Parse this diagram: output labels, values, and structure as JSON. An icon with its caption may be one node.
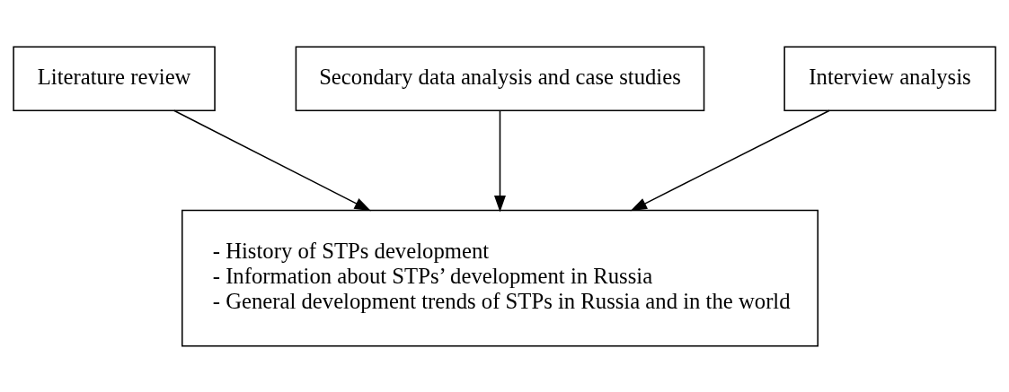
{
  "diagram": {
    "nodes": [
      {
        "text": [
          "Literature review"
        ]
      },
      {
        "text": [
          "Secondary data analysis and case studies"
        ]
      },
      {
        "text": [
          "Interview analysis"
        ]
      },
      {
        "text": [
          "- History of STPs development",
          "- Information about STPs’ development in Russia",
          "- General development trends of STPs in Russia and in the world"
        ]
      }
    ],
    "edges": [
      {
        "from": 0,
        "to": 3,
        "arrow": "to"
      },
      {
        "from": 1,
        "to": 3,
        "arrow": "to"
      },
      {
        "from": 2,
        "to": 3,
        "arrow": "to"
      }
    ]
  }
}
